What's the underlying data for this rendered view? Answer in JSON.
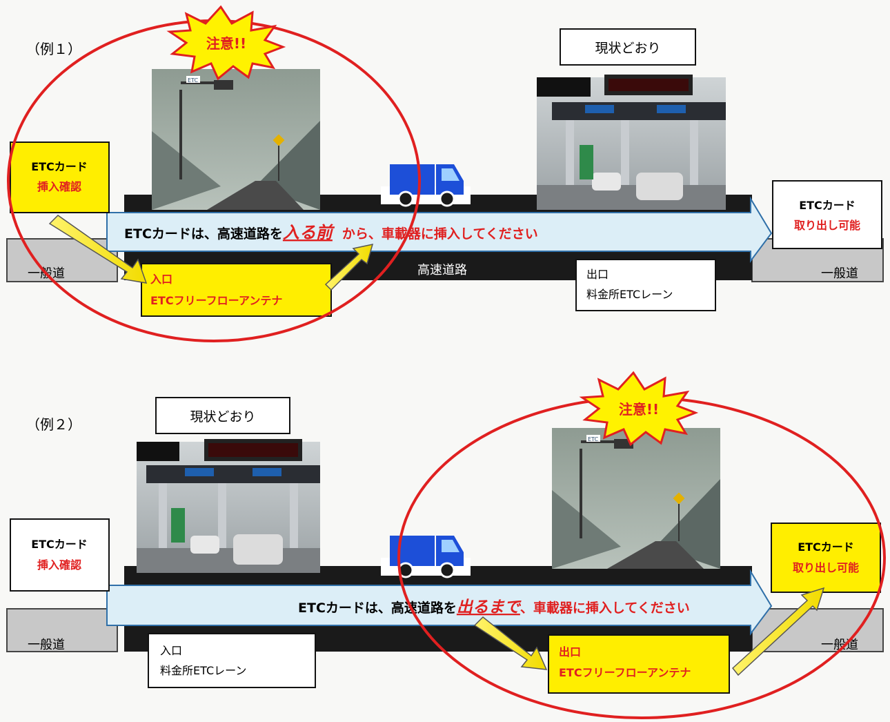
{
  "example1": {
    "label": "（例１）",
    "warning": "注意!!",
    "status_label": "現状どおり",
    "left_card": {
      "line1": "ETCカード",
      "line2": "挿入確認"
    },
    "right_card": {
      "line1": "ETCカード",
      "line2": "取り出し可能"
    },
    "road_left": "一般道",
    "road_right": "一般道",
    "highway": "高速道路",
    "banner": {
      "pre": "ETCカードは、高速道路を",
      "emph": "入る前",
      "post": "から、車載器に挿入してください"
    },
    "entry_box": {
      "line1": "入口",
      "line2": "ETCフリーフローアンテナ"
    },
    "exit_box": {
      "line1": "出口",
      "line2": "料金所ETCレーン"
    }
  },
  "example2": {
    "label": "（例２）",
    "warning": "注意!!",
    "status_label": "現状どおり",
    "left_card": {
      "line1": "ETCカード",
      "line2": "挿入確認"
    },
    "right_card": {
      "line1": "ETCカード",
      "line2": "取り出し可能"
    },
    "road_left": "一般道",
    "road_right": "一般道",
    "banner": {
      "pre": "ETCカードは、高速道路を",
      "emph": "出るまで",
      "post": "、車載器に挿入してください"
    },
    "entry_box": {
      "line1": "入口",
      "line2": "料金所ETCレーン"
    },
    "exit_box": {
      "line1": "出口",
      "line2": "ETCフリーフローアンテナ"
    }
  },
  "photo_labels": {
    "etc_sign": "ETC"
  },
  "colors": {
    "warning_red": "#e02020",
    "note_yellow": "#ffee00",
    "starburst_yellow": "#fff200",
    "road_black": "#1a1a1a",
    "banner_light_blue": "#dceef7",
    "banner_border": "#2f6fa8",
    "truck_blue": "#1d4fd8"
  }
}
